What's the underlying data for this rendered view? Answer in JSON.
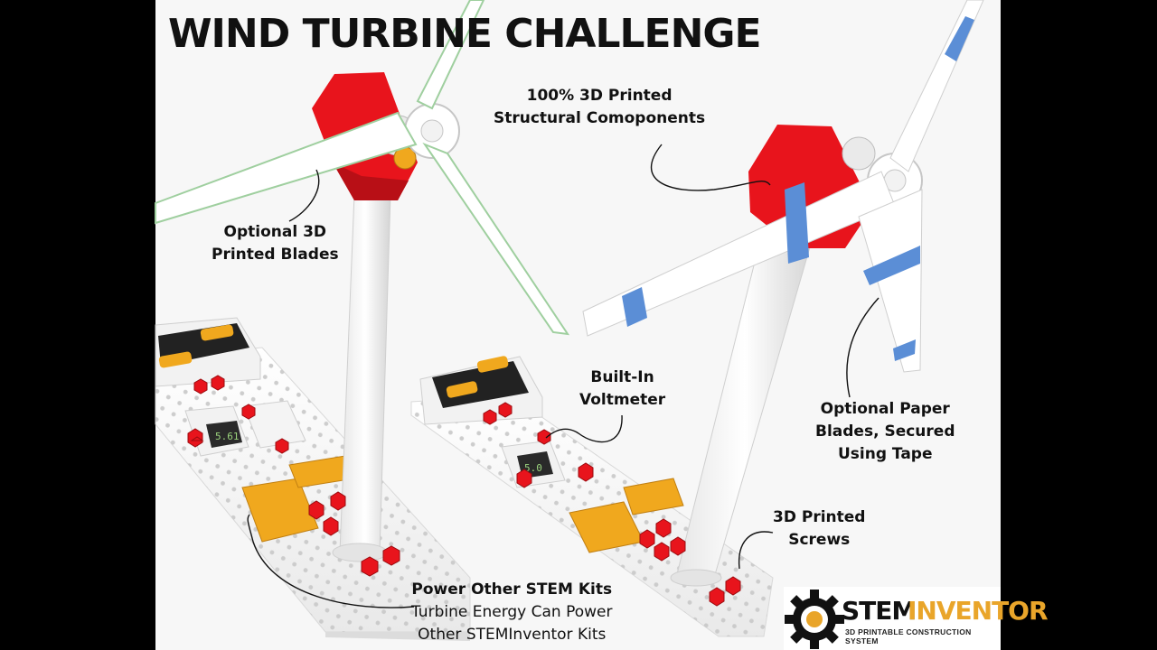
{
  "title": "WIND TURBINE CHALLENGE",
  "labels": {
    "structural": [
      "100% 3D Printed",
      "Structural Comoponents"
    ],
    "optional_3d_blades": [
      "Optional 3D",
      "Printed Blades"
    ],
    "voltmeter": [
      "Built-In",
      "Voltmeter"
    ],
    "paper_blades": [
      "Optional Paper",
      "Blades, Secured",
      "Using Tape"
    ],
    "screws": [
      "3D Printed",
      "Screws"
    ],
    "power": {
      "heading": "Power Other STEM Kits",
      "lines": [
        "Turbine Energy Can Power",
        "Other STEMInventor Kits"
      ]
    }
  },
  "logo": {
    "part1": "STEM",
    "part2": "INVENTOR",
    "tagline": "3D PRINTABLE CONSTRUCTION SYSTEM"
  },
  "colors": {
    "background": "#f7f7f7",
    "letterbox": "#000000",
    "red": "#e8141c",
    "white_part": "#ffffff",
    "blue_stripe": "#5b8ed6",
    "battery_yellow": "#f0a81e",
    "logo_orange": "#e9a52a"
  }
}
